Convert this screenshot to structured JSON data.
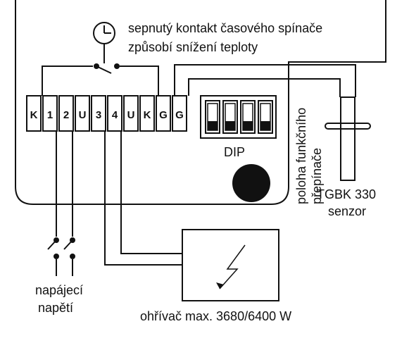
{
  "caption": {
    "line1": "sepnutý kontakt časového spínače",
    "line2": "způsobí snížení teploty"
  },
  "terminals": [
    "K",
    "1",
    "2",
    "U",
    "3",
    "4",
    "U",
    "K",
    "G",
    "G"
  ],
  "dip": {
    "label": "DIP",
    "switch_count": 4
  },
  "selector": {
    "line1": "poloha funkčního",
    "line2": "přepínače"
  },
  "sensor": {
    "line1": "TGBK 330",
    "line2": "senzor"
  },
  "supply": {
    "line1": "napájecí",
    "line2": "napětí"
  },
  "heater": {
    "label": "ohřívač max. 3680/6400 W"
  },
  "icons": [
    "clock-icon",
    "lightning-icon",
    "switch-contact-icon"
  ]
}
